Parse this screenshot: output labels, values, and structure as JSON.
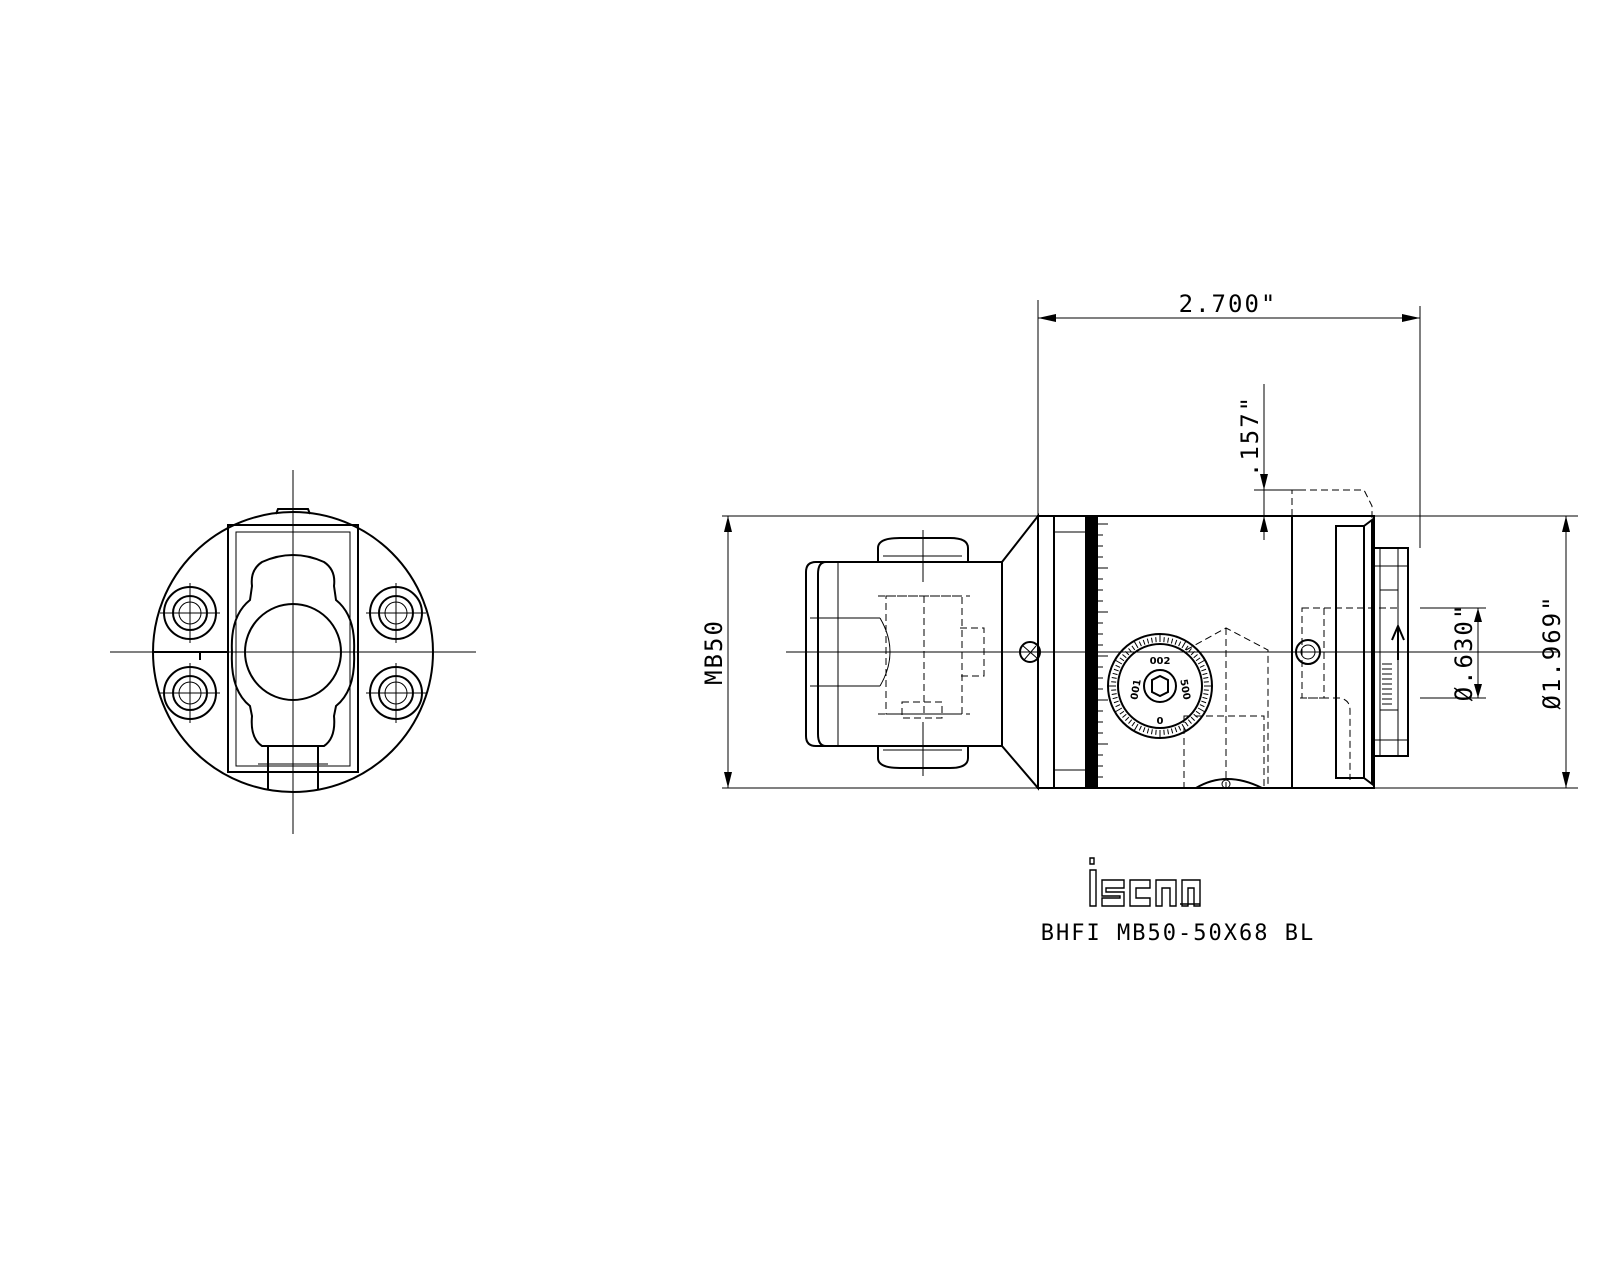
{
  "dimensions": {
    "overall_length": "2.700\"",
    "offset": ".157\"",
    "shank": "MB50",
    "bore_diameter": "Ø.630\"",
    "body_diameter": "Ø1.969\""
  },
  "dial": {
    "mark_top": "002",
    "mark_left": "001",
    "mark_right": "500",
    "mark_bottom": "0"
  },
  "brand": {
    "logo_text": "iscar"
  },
  "caption": {
    "product_code": "BHFI MB50-50X68 BL"
  }
}
